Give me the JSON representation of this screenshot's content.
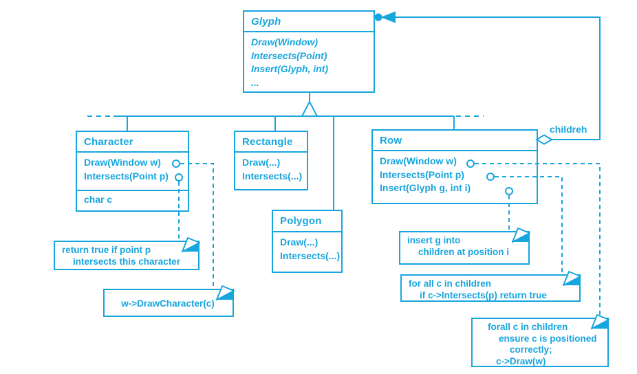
{
  "palette": {
    "accent": "#17a5de",
    "background": "#ffffff"
  },
  "classes": {
    "glyph": {
      "name": "Glyph",
      "abstract": true,
      "methods": [
        "Draw(Window)",
        "Intersects(Point)",
        "Insert(Glyph, int)",
        "..."
      ]
    },
    "character": {
      "name": "Character",
      "methods": [
        "Draw(Window w)",
        "Intersects(Point p)"
      ],
      "attributes": [
        "char c"
      ]
    },
    "rectangle": {
      "name": "Rectangle",
      "methods": [
        "Draw(...)",
        "Intersects(...)"
      ]
    },
    "polygon": {
      "name": "Polygon",
      "methods": [
        "Draw(...)",
        "Intersects(...)"
      ]
    },
    "row": {
      "name": "Row",
      "methods": [
        "Draw(Window w)",
        "Intersects(Point p)",
        "Insert(Glyph g, int i)"
      ]
    }
  },
  "relationship": {
    "label": "childreh"
  },
  "notes": {
    "character_intersects": {
      "lines": [
        "return true if point p",
        "intersects this character"
      ]
    },
    "character_draw": {
      "lines": [
        "w->DrawCharacter(c)"
      ]
    },
    "row_insert": {
      "lines": [
        "insert g into",
        "children at position i"
      ]
    },
    "row_intersects": {
      "lines": [
        "for all c in children",
        "if c->Intersects(p) return true"
      ]
    },
    "row_draw": {
      "lines": [
        "forall c in children",
        "ensure c is positioned",
        "correctly;",
        "c->Draw(w)"
      ]
    }
  }
}
